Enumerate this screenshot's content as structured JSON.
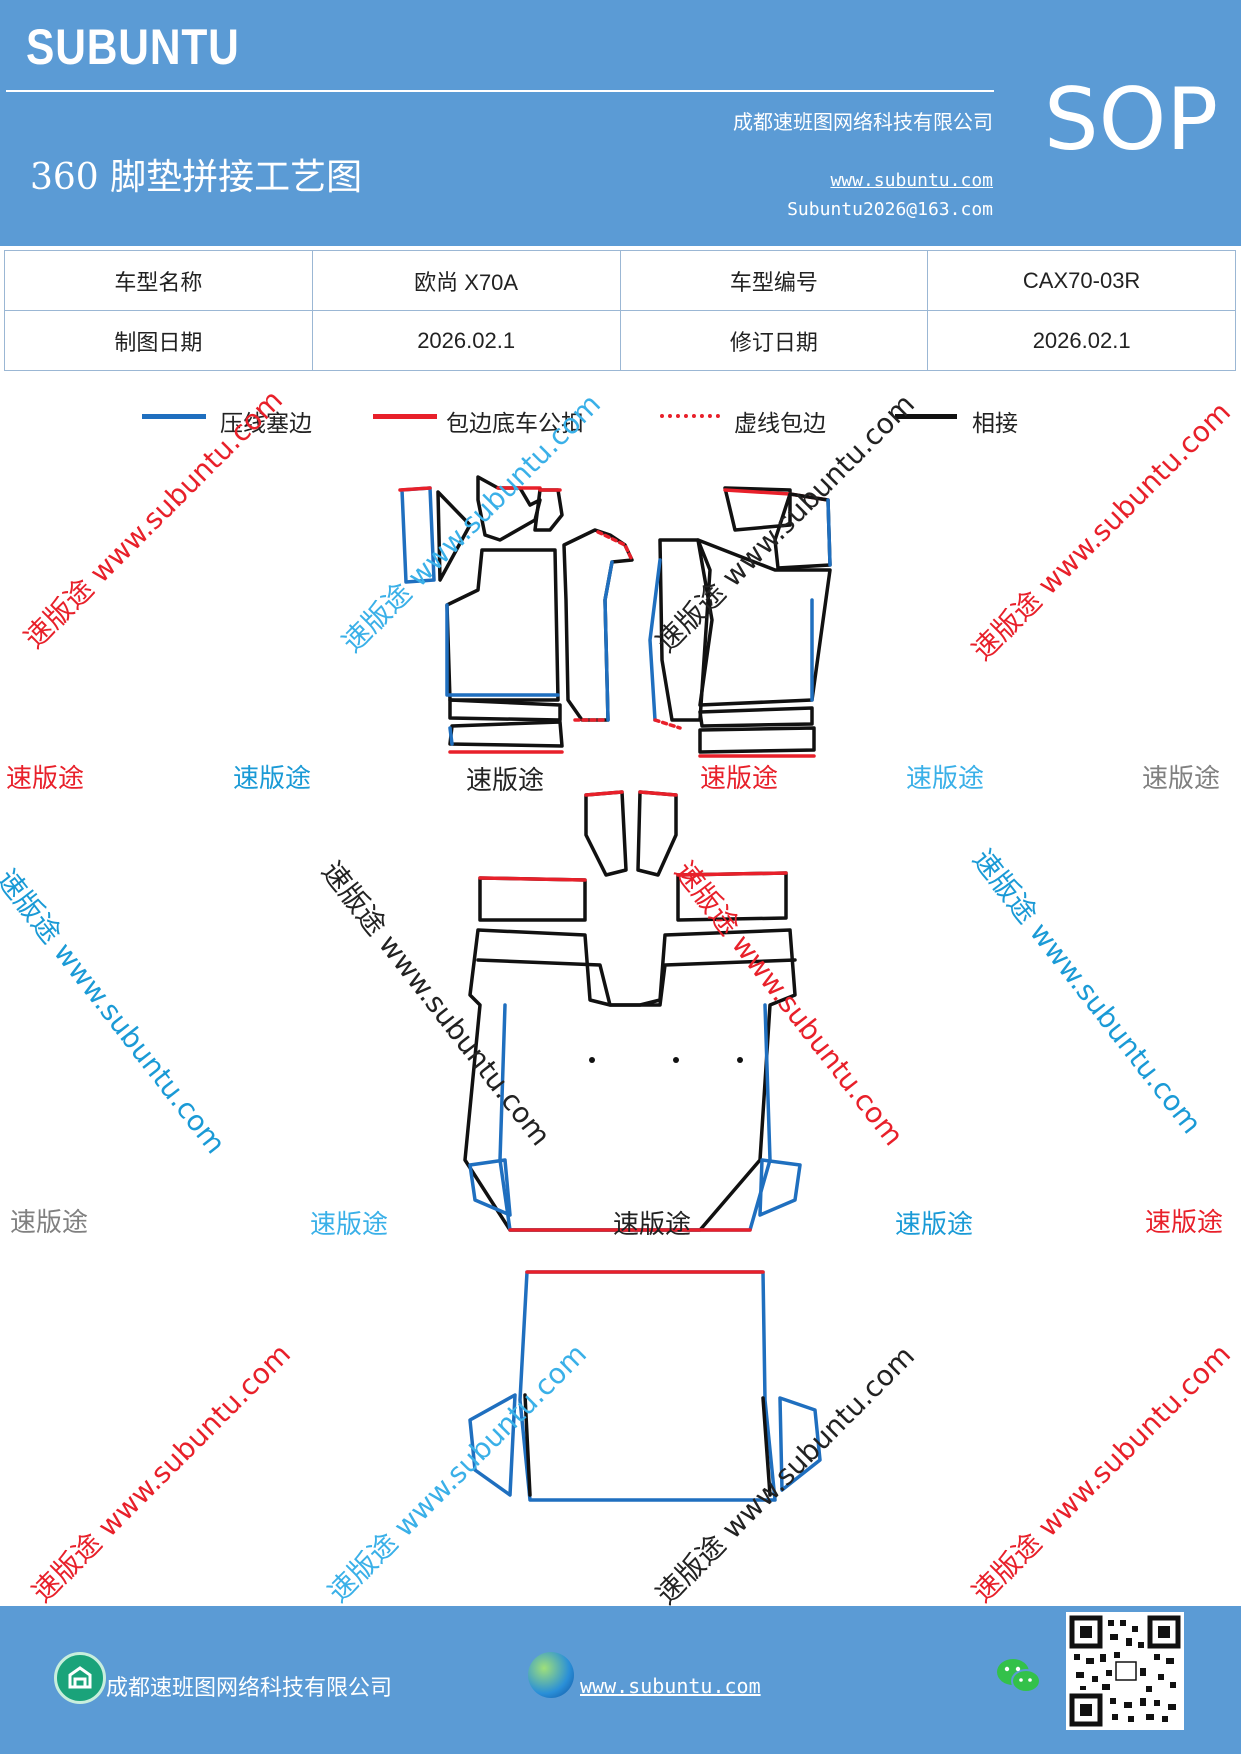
{
  "header": {
    "logo": "SUBUNTU",
    "title": "360 脚垫拼接工艺图",
    "company": "成都速班图网络科技有限公司",
    "website": "www.subuntu.com",
    "email": "Subuntu2026@163.com",
    "badge": "SOP"
  },
  "info": {
    "row1": [
      "车型名称",
      "欧尚 X70A",
      "车型编号",
      "CAX70-03R"
    ],
    "row2": [
      "制图日期",
      "2026.02.1",
      "修订日期",
      "2026.02.1"
    ]
  },
  "legend": [
    {
      "label": "压线塞边",
      "color": "#1f6fbf",
      "style": "solid"
    },
    {
      "label": "包边底车公扣",
      "color": "#e8202a",
      "style": "solid"
    },
    {
      "label": "虚线包边",
      "color": "#e8202a",
      "style": "dotted"
    },
    {
      "label": "相接",
      "color": "#111111",
      "style": "solid"
    }
  ],
  "watermark": {
    "brand": "速版途",
    "diagonal": "速版途 www.subuntu.com",
    "colors": {
      "red": "#e8202a",
      "blue": "#1a9ad6",
      "gray": "#808080",
      "black": "#222222",
      "light_blue": "#3ab0e8"
    }
  },
  "footer": {
    "company": "成都速班图网络科技有限公司",
    "website": "www.subuntu.com",
    "icons": [
      "building-icon",
      "globe-icon",
      "wechat-icon",
      "qr-code"
    ]
  }
}
